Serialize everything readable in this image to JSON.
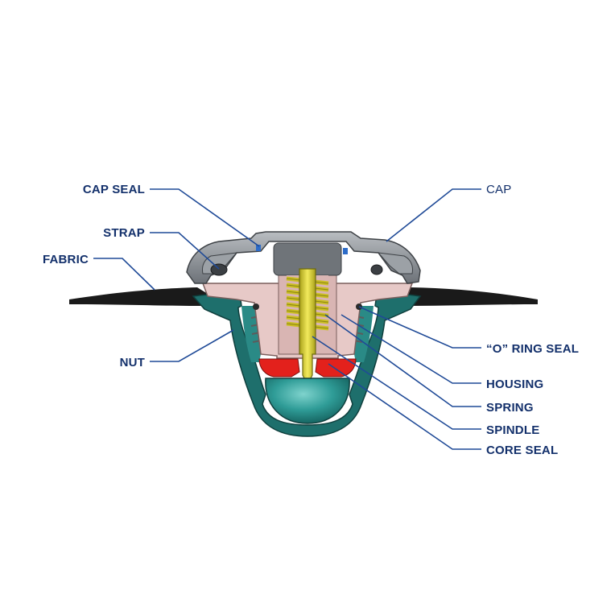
{
  "labels": {
    "cap_seal": "CAP SEAL",
    "strap": "STRAP",
    "fabric": "FABRIC",
    "nut": "NUT",
    "cap": "CAP",
    "o_ring_seal": "“O” RING SEAL",
    "housing": "HOUSING",
    "spring": "SPRING",
    "spindle": "SPINDLE",
    "core_seal": "CORE SEAL"
  },
  "colors": {
    "label_text": "#13306b",
    "leader": "#1f4a97",
    "nut": "#1e6f6c",
    "housing": "#e7c9c7",
    "cap": "#8d9297",
    "spindle": "#d8cf2e",
    "core_seal": "#e3211c",
    "fabric": "#1a1a1a",
    "dome": "#2f9c97"
  }
}
